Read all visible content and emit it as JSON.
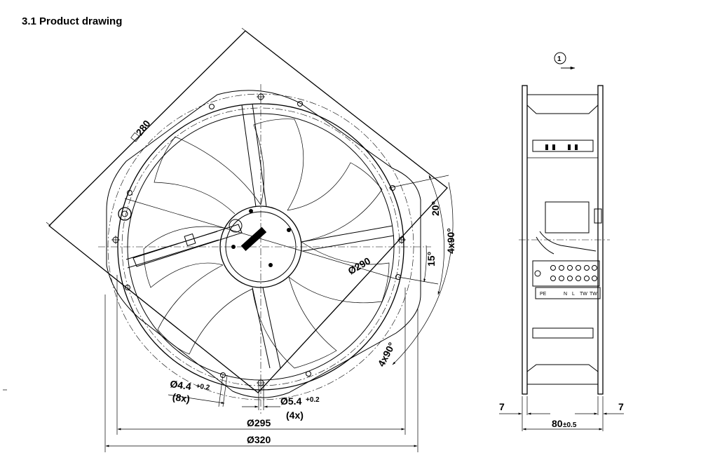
{
  "title": "3.1 Product drawing",
  "dimensions": {
    "square": "280",
    "dia_290": "Ø290",
    "dia_295": "Ø295",
    "dia_320": "Ø320",
    "hole_4_4": "Ø4.4",
    "hole_4_4_tol": "+0.2",
    "hole_4_4_count": "(8x)",
    "hole_5_4": "Ø5.4",
    "hole_5_4_tol": "+0.2",
    "hole_5_4_count": "(4x)",
    "angle_20": "20°",
    "angle_15": "15°",
    "angle_4x90_right": "4x90°",
    "angle_4x90_bottom": "4x90°",
    "width_left": "7",
    "width_right": "7",
    "depth": "80",
    "depth_tol": "±0.5",
    "flow_marker": "1"
  },
  "terminals": [
    "PE",
    "N",
    "L",
    "TW",
    "TW"
  ]
}
